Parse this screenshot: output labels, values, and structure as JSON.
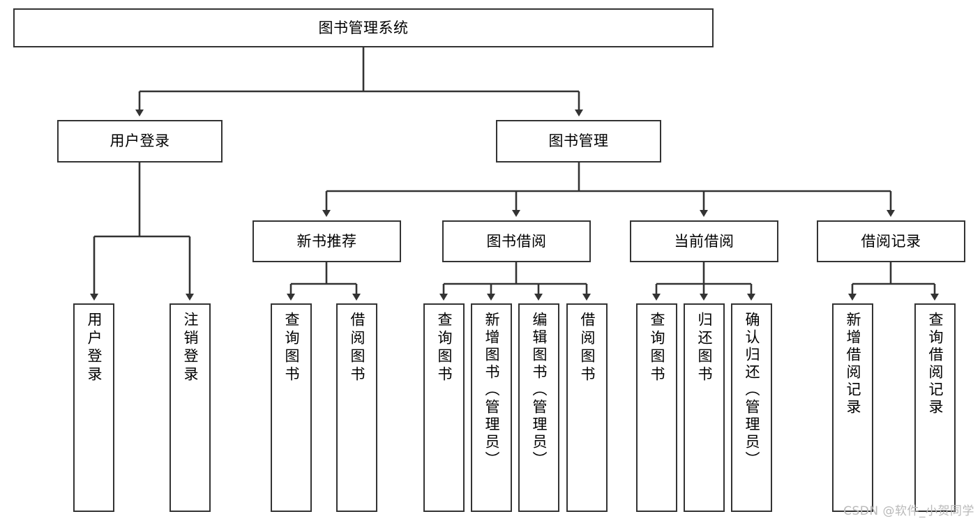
{
  "diagram": {
    "type": "tree-hierarchy-diagram",
    "title": "图书管理系统",
    "root": {
      "id": "root",
      "label": "图书管理系统"
    },
    "level2": [
      {
        "id": "user-login",
        "label": "用户登录"
      },
      {
        "id": "book-manage",
        "label": "图书管理"
      }
    ],
    "level3": [
      {
        "id": "new-book-recommend",
        "label": "新书推荐",
        "parent": "book-manage"
      },
      {
        "id": "book-borrow",
        "label": "图书借阅",
        "parent": "book-manage"
      },
      {
        "id": "current-borrow",
        "label": "当前借阅",
        "parent": "book-manage"
      },
      {
        "id": "borrow-record",
        "label": "借阅记录",
        "parent": "book-manage"
      }
    ],
    "leaves": [
      {
        "id": "leaf-user-login",
        "label": "用户登录",
        "parent": "user-login"
      },
      {
        "id": "leaf-logout-login",
        "label": "注销登录",
        "parent": "user-login"
      },
      {
        "id": "leaf-query-book-1",
        "label": "查询图书",
        "parent": "new-book-recommend"
      },
      {
        "id": "leaf-borrow-book-1",
        "label": "借阅图书",
        "parent": "new-book-recommend"
      },
      {
        "id": "leaf-query-book-2",
        "label": "查询图书",
        "parent": "book-borrow"
      },
      {
        "id": "leaf-add-book",
        "label": "新增图书（管理员）",
        "parent": "book-borrow"
      },
      {
        "id": "leaf-edit-book",
        "label": "编辑图书（管理员）",
        "parent": "book-borrow"
      },
      {
        "id": "leaf-borrow-book-2",
        "label": "借阅图书",
        "parent": "book-borrow"
      },
      {
        "id": "leaf-query-book-3",
        "label": "查询图书",
        "parent": "current-borrow"
      },
      {
        "id": "leaf-return-book",
        "label": "归还图书",
        "parent": "current-borrow"
      },
      {
        "id": "leaf-confirm-return",
        "label": "确认归还（管理员）",
        "parent": "current-borrow"
      },
      {
        "id": "leaf-add-record",
        "label": "新增借阅记录",
        "parent": "borrow-record"
      },
      {
        "id": "leaf-query-record",
        "label": "查询借阅记录",
        "parent": "borrow-record"
      }
    ]
  },
  "watermark": {
    "text": "CSDN @软件_小贺同学"
  },
  "colors": {
    "stroke": "#333333",
    "background": "#ffffff",
    "text": "#000000",
    "watermark": "#b9b9b9"
  }
}
